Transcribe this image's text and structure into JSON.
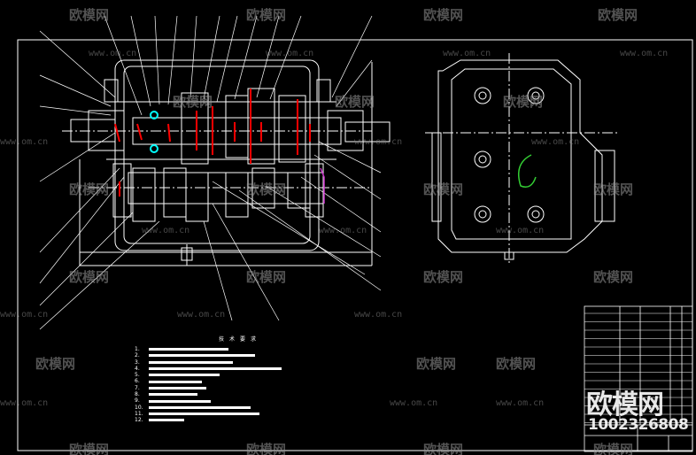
{
  "drawing": {
    "notes_title": "技术要求",
    "notes_numbers": [
      "1.",
      "2.",
      "3.",
      "4.",
      "5.",
      "6.",
      "7.",
      "8.",
      "9.",
      "10.",
      "11.",
      "12."
    ],
    "colors": {
      "background": "#000000",
      "lines": "#ffffff",
      "section": "#ff0000",
      "bearing": "#00ffff",
      "gasket": "#cc33cc",
      "gear_hatch": "#33cc33"
    }
  },
  "watermark": {
    "brand": "欧模网",
    "url": "www.om.cn",
    "id_number": "1002326808"
  }
}
